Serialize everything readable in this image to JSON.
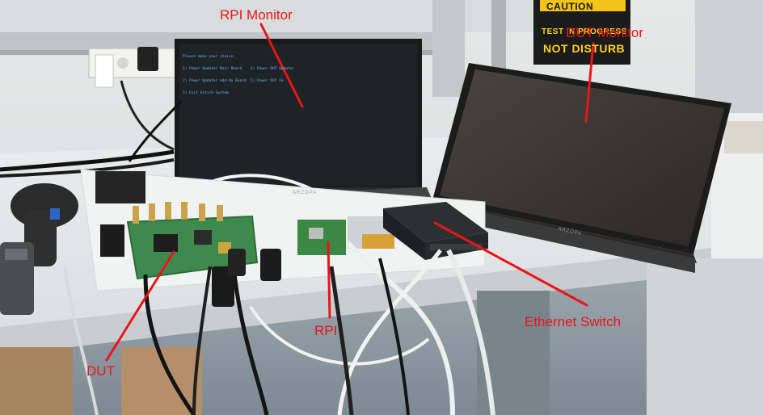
{
  "annotations": {
    "rpi_monitor": "RPI Monitor",
    "dut_monitor": "DUT Monitor",
    "rpi": "RPI",
    "dut": "DUT",
    "ethernet_switch": "Ethernet Switch",
    "color": "#e8151b"
  },
  "sign": {
    "line1": "CAUTION",
    "line2": "TEST IN PROGRESS",
    "line3": "NOT DISTURB"
  },
  "monitor_brand": "ARZOPA",
  "rpi_screen_lines": [
    "Please make your choice:",
    "1) Power Updater Main Board    4) Power DUT Updater",
    "2) Power Updater Add-On Board  5) Power DUT FV",
    "3) Exit Entire System"
  ],
  "icons": {
    "arrows": "red-pointer-arrow"
  }
}
